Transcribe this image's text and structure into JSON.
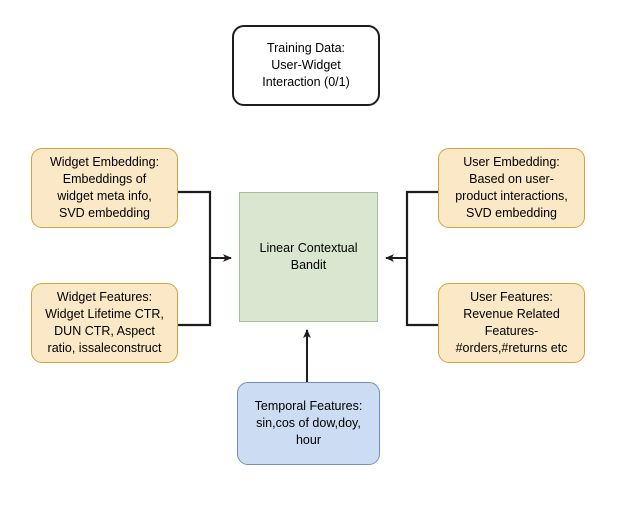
{
  "diagram": {
    "title_node": {
      "label": "Training Data:\nUser-Widget\nInteraction (0/1)"
    },
    "model_node": {
      "label": "Linear Contextual\nBandit"
    },
    "inputs": {
      "widget_embedding": {
        "label": "Widget Embedding:\nEmbeddings of\nwidget meta info,\nSVD embedding"
      },
      "widget_features": {
        "label": "Widget Features:\nWidget Lifetime CTR,\nDUN CTR, Aspect\nratio, issaleconstruct"
      },
      "user_embedding": {
        "label": "User Embedding:\nBased on user-\nproduct interactions,\nSVD embedding"
      },
      "user_features": {
        "label": "User Features:\nRevenue Related\nFeatures-\n#orders,#returns etc"
      },
      "temporal_features": {
        "label": "Temporal Features:\nsin,cos of dow,doy,\nhour"
      }
    },
    "colors": {
      "background": "#ffffff",
      "cream_fill": "#fbe8c6",
      "cream_border": "#d2a439",
      "green_fill": "#d9e7d0",
      "green_border": "#a5bf96",
      "blue_fill": "#ccdcf2",
      "blue_border": "#6f8fc0",
      "edge_stroke": "#1d1d1d",
      "text": "#000000"
    }
  }
}
